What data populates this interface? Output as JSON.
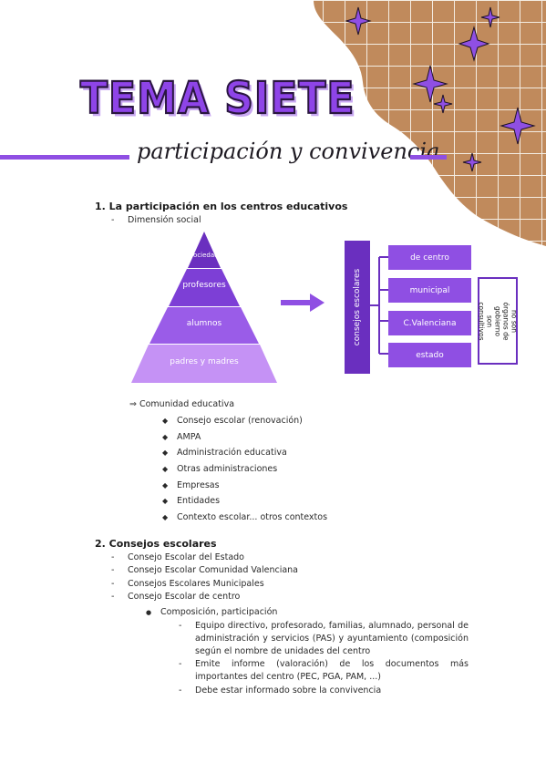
{
  "header": {
    "title": "TEMA SIETE",
    "subtitle": "participación y convivencia"
  },
  "colors": {
    "accent": "#8f4fe3",
    "accent_dark": "#6a2fbf",
    "accent_light": "#c592f5",
    "kraft": "#c08a5c"
  },
  "section1": {
    "heading": "1.  La participación en los centros educativos",
    "sub": "Dimensión social",
    "pyramid": [
      "sociedad",
      "profesores",
      "alumnos",
      "padres y madres"
    ],
    "consejos_label": "consejos escolares",
    "levels": [
      "de centro",
      "municipal",
      "C.Valenciana",
      "estado"
    ],
    "note": "no son órganos de gobierno son consultivos",
    "comunidad_title": "⇒ Comunidad educativa",
    "comunidad_items": [
      "Consejo escolar (renovación)",
      "AMPA",
      "Administración educativa",
      "Otras administraciones",
      "Empresas",
      "Entidades",
      "Contexto escolar... otros contextos"
    ]
  },
  "section2": {
    "heading": "2.  Consejos escolares",
    "items": [
      "Consejo Escolar del Estado",
      "Consejo Escolar Comunidad Valenciana",
      "Consejos Escolares Municipales",
      "Consejo Escolar de centro"
    ],
    "bullet": "Composición, participación",
    "details": [
      "Equipo directivo, profesorado, familias, alumnado, personal de administración y servicios (PAS) y ayuntamiento (composición según el nombre de unidades del centro",
      "Emite informe (valoración) de los documentos más importantes del centro (PEC, PGA, PAM, ...)",
      "Debe estar informado sobre la convivencia"
    ]
  }
}
